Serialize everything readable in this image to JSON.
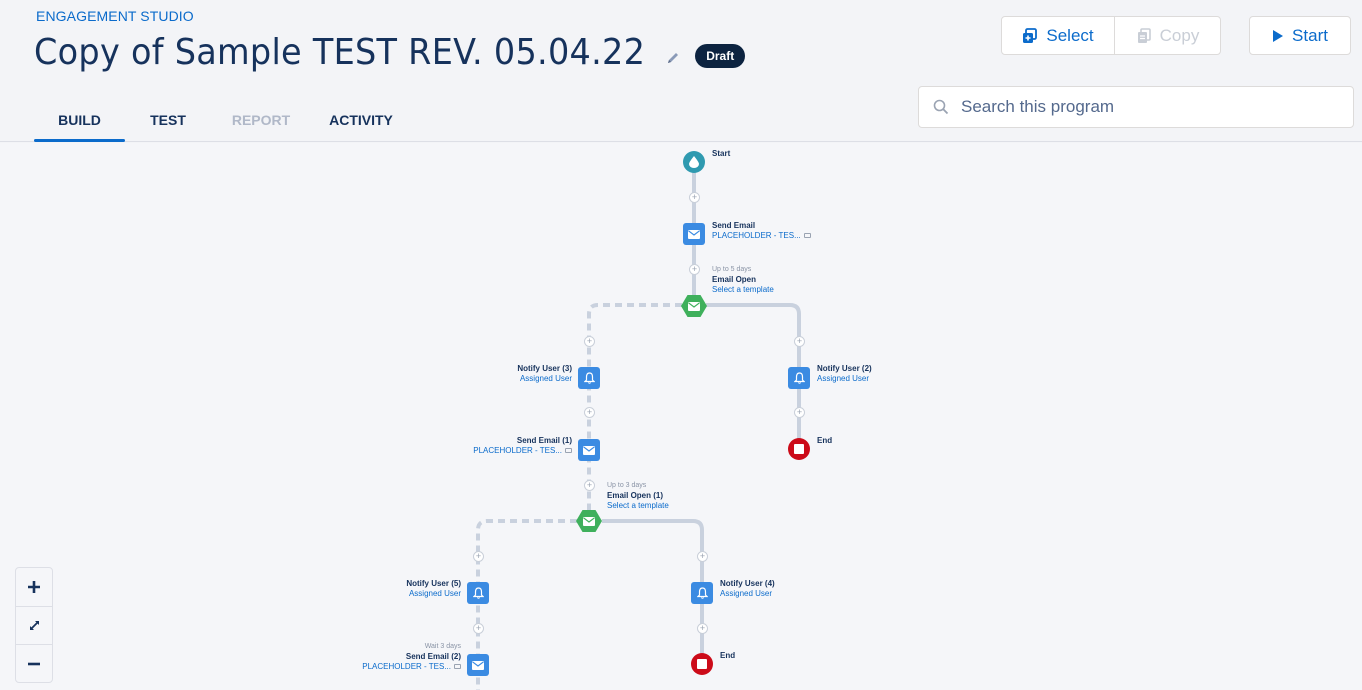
{
  "header": {
    "app_label": "ENGAGEMENT STUDIO",
    "title": "Copy of Sample TEST REV. 05.04.22",
    "status_badge": "Draft",
    "tabs": [
      {
        "label": "BUILD",
        "state": "active"
      },
      {
        "label": "TEST",
        "state": "normal"
      },
      {
        "label": "REPORT",
        "state": "disabled"
      },
      {
        "label": "ACTIVITY",
        "state": "normal"
      }
    ],
    "buttons": {
      "select": "Select",
      "copy": "Copy",
      "start": "Start"
    },
    "search": {
      "placeholder": "Search this program",
      "value": ""
    }
  },
  "colors": {
    "accent": "#0b6bcb",
    "title": "#16325c",
    "action_node": "#3b8be2",
    "trigger_node": "#3fb05c",
    "start_node": "#2f9ab0",
    "end_node": "#cc0b19",
    "badge": "#0c2340"
  },
  "flow": {
    "start": {
      "title": "Start"
    },
    "send_email": {
      "title": "Send Email",
      "subtitle": "PLACEHOLDER - TES..."
    },
    "email_open": {
      "wait": "Up to 5 days",
      "title": "Email Open",
      "subtitle": "Select a template"
    },
    "notify_user_3": {
      "title": "Notify User (3)",
      "subtitle": "Assigned User"
    },
    "notify_user_2": {
      "title": "Notify User (2)",
      "subtitle": "Assigned User"
    },
    "end_1": {
      "title": "End"
    },
    "send_email_1": {
      "title": "Send Email (1)",
      "subtitle": "PLACEHOLDER - TES..."
    },
    "email_open_1": {
      "wait": "Up to 3 days",
      "title": "Email Open (1)",
      "subtitle": "Select a template"
    },
    "notify_user_5": {
      "title": "Notify User (5)",
      "subtitle": "Assigned User"
    },
    "notify_user_4": {
      "title": "Notify User (4)",
      "subtitle": "Assigned User"
    },
    "send_email_2": {
      "wait": "Wait 3 days",
      "title": "Send Email (2)",
      "subtitle": "PLACEHOLDER - TES..."
    },
    "end_2": {
      "title": "End"
    }
  },
  "zoom_controls": {
    "zoom_in": "+",
    "fit": "fit-to-screen",
    "zoom_out": "−"
  }
}
